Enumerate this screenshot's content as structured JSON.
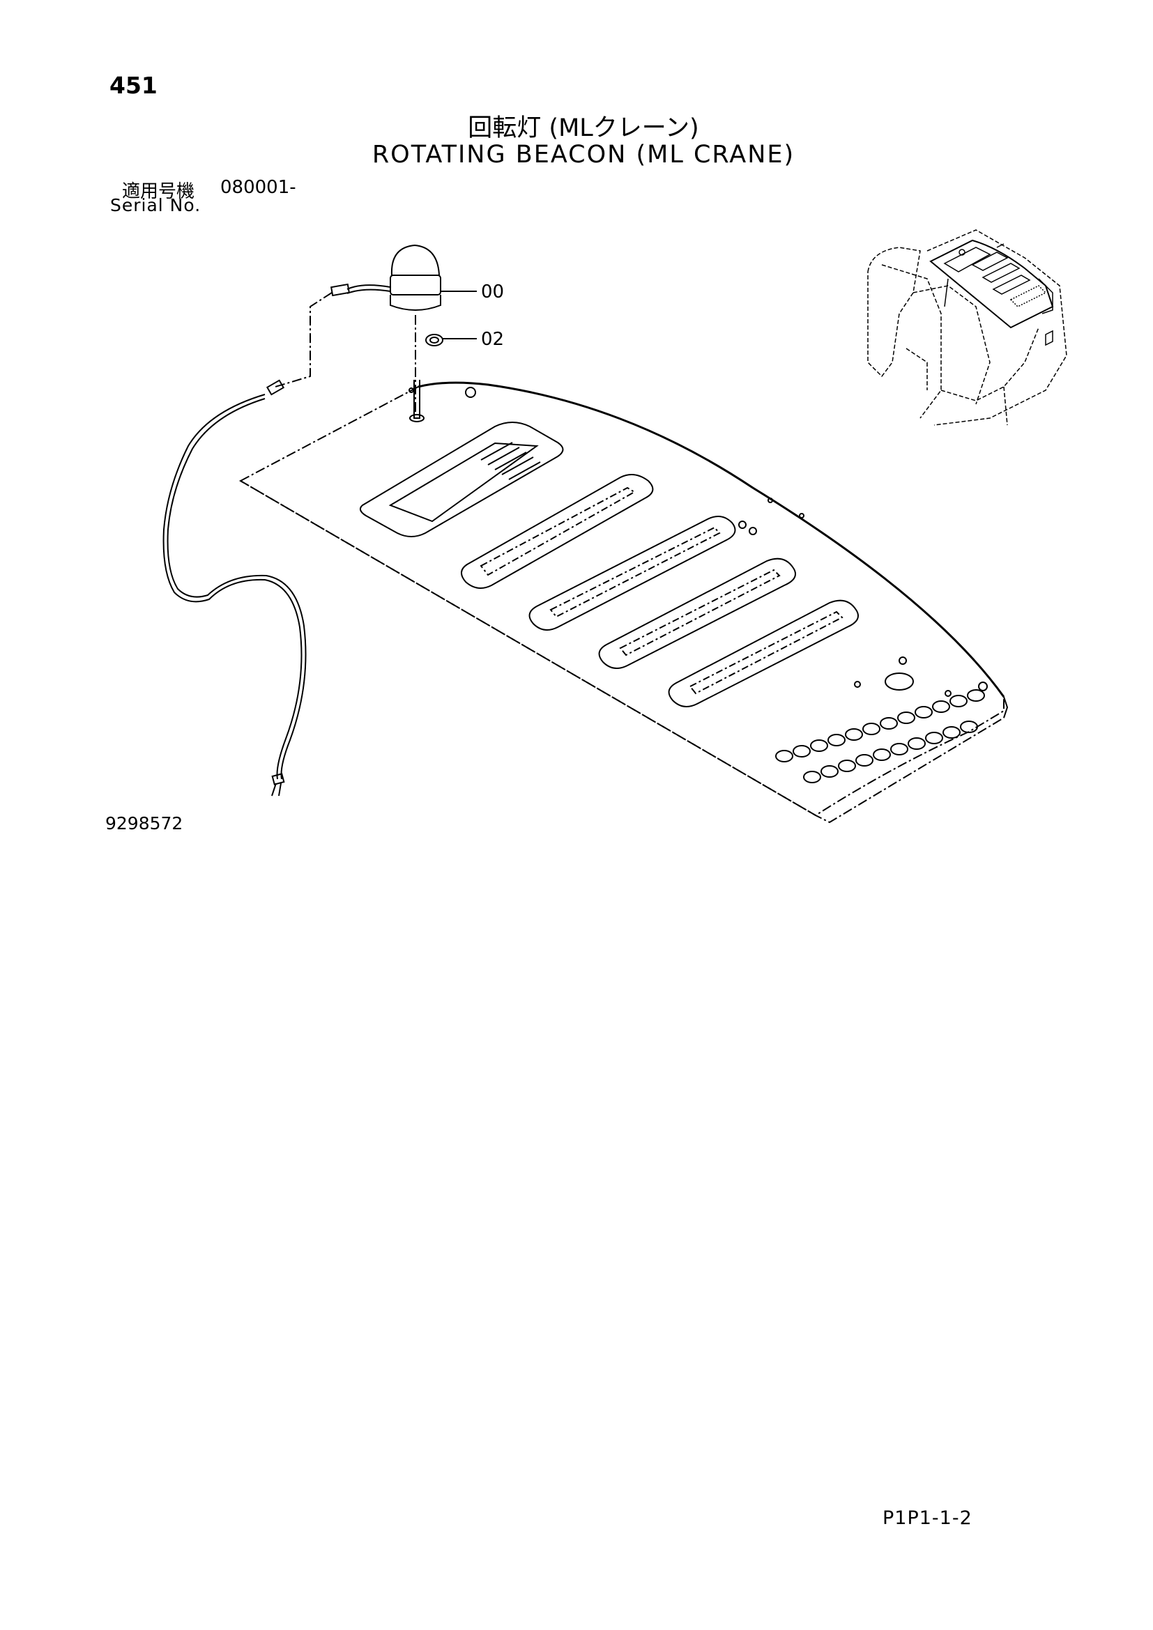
{
  "page": {
    "number": "451",
    "title_jp": "回転灯 (MLクレーン)",
    "title_en": "ROTATING BEACON (ML CRANE)",
    "serial_label_jp": "適用号機",
    "serial_range": "080001-",
    "serial_label_en": "Serial No.",
    "drawing_number": "9298572",
    "page_code": "P1P1-1-2"
  },
  "callouts": [
    {
      "ref": "00",
      "part": "rotating-beacon"
    },
    {
      "ref": "02",
      "part": "grommet"
    }
  ],
  "colors": {
    "line": "#000000",
    "background": "#ffffff"
  }
}
